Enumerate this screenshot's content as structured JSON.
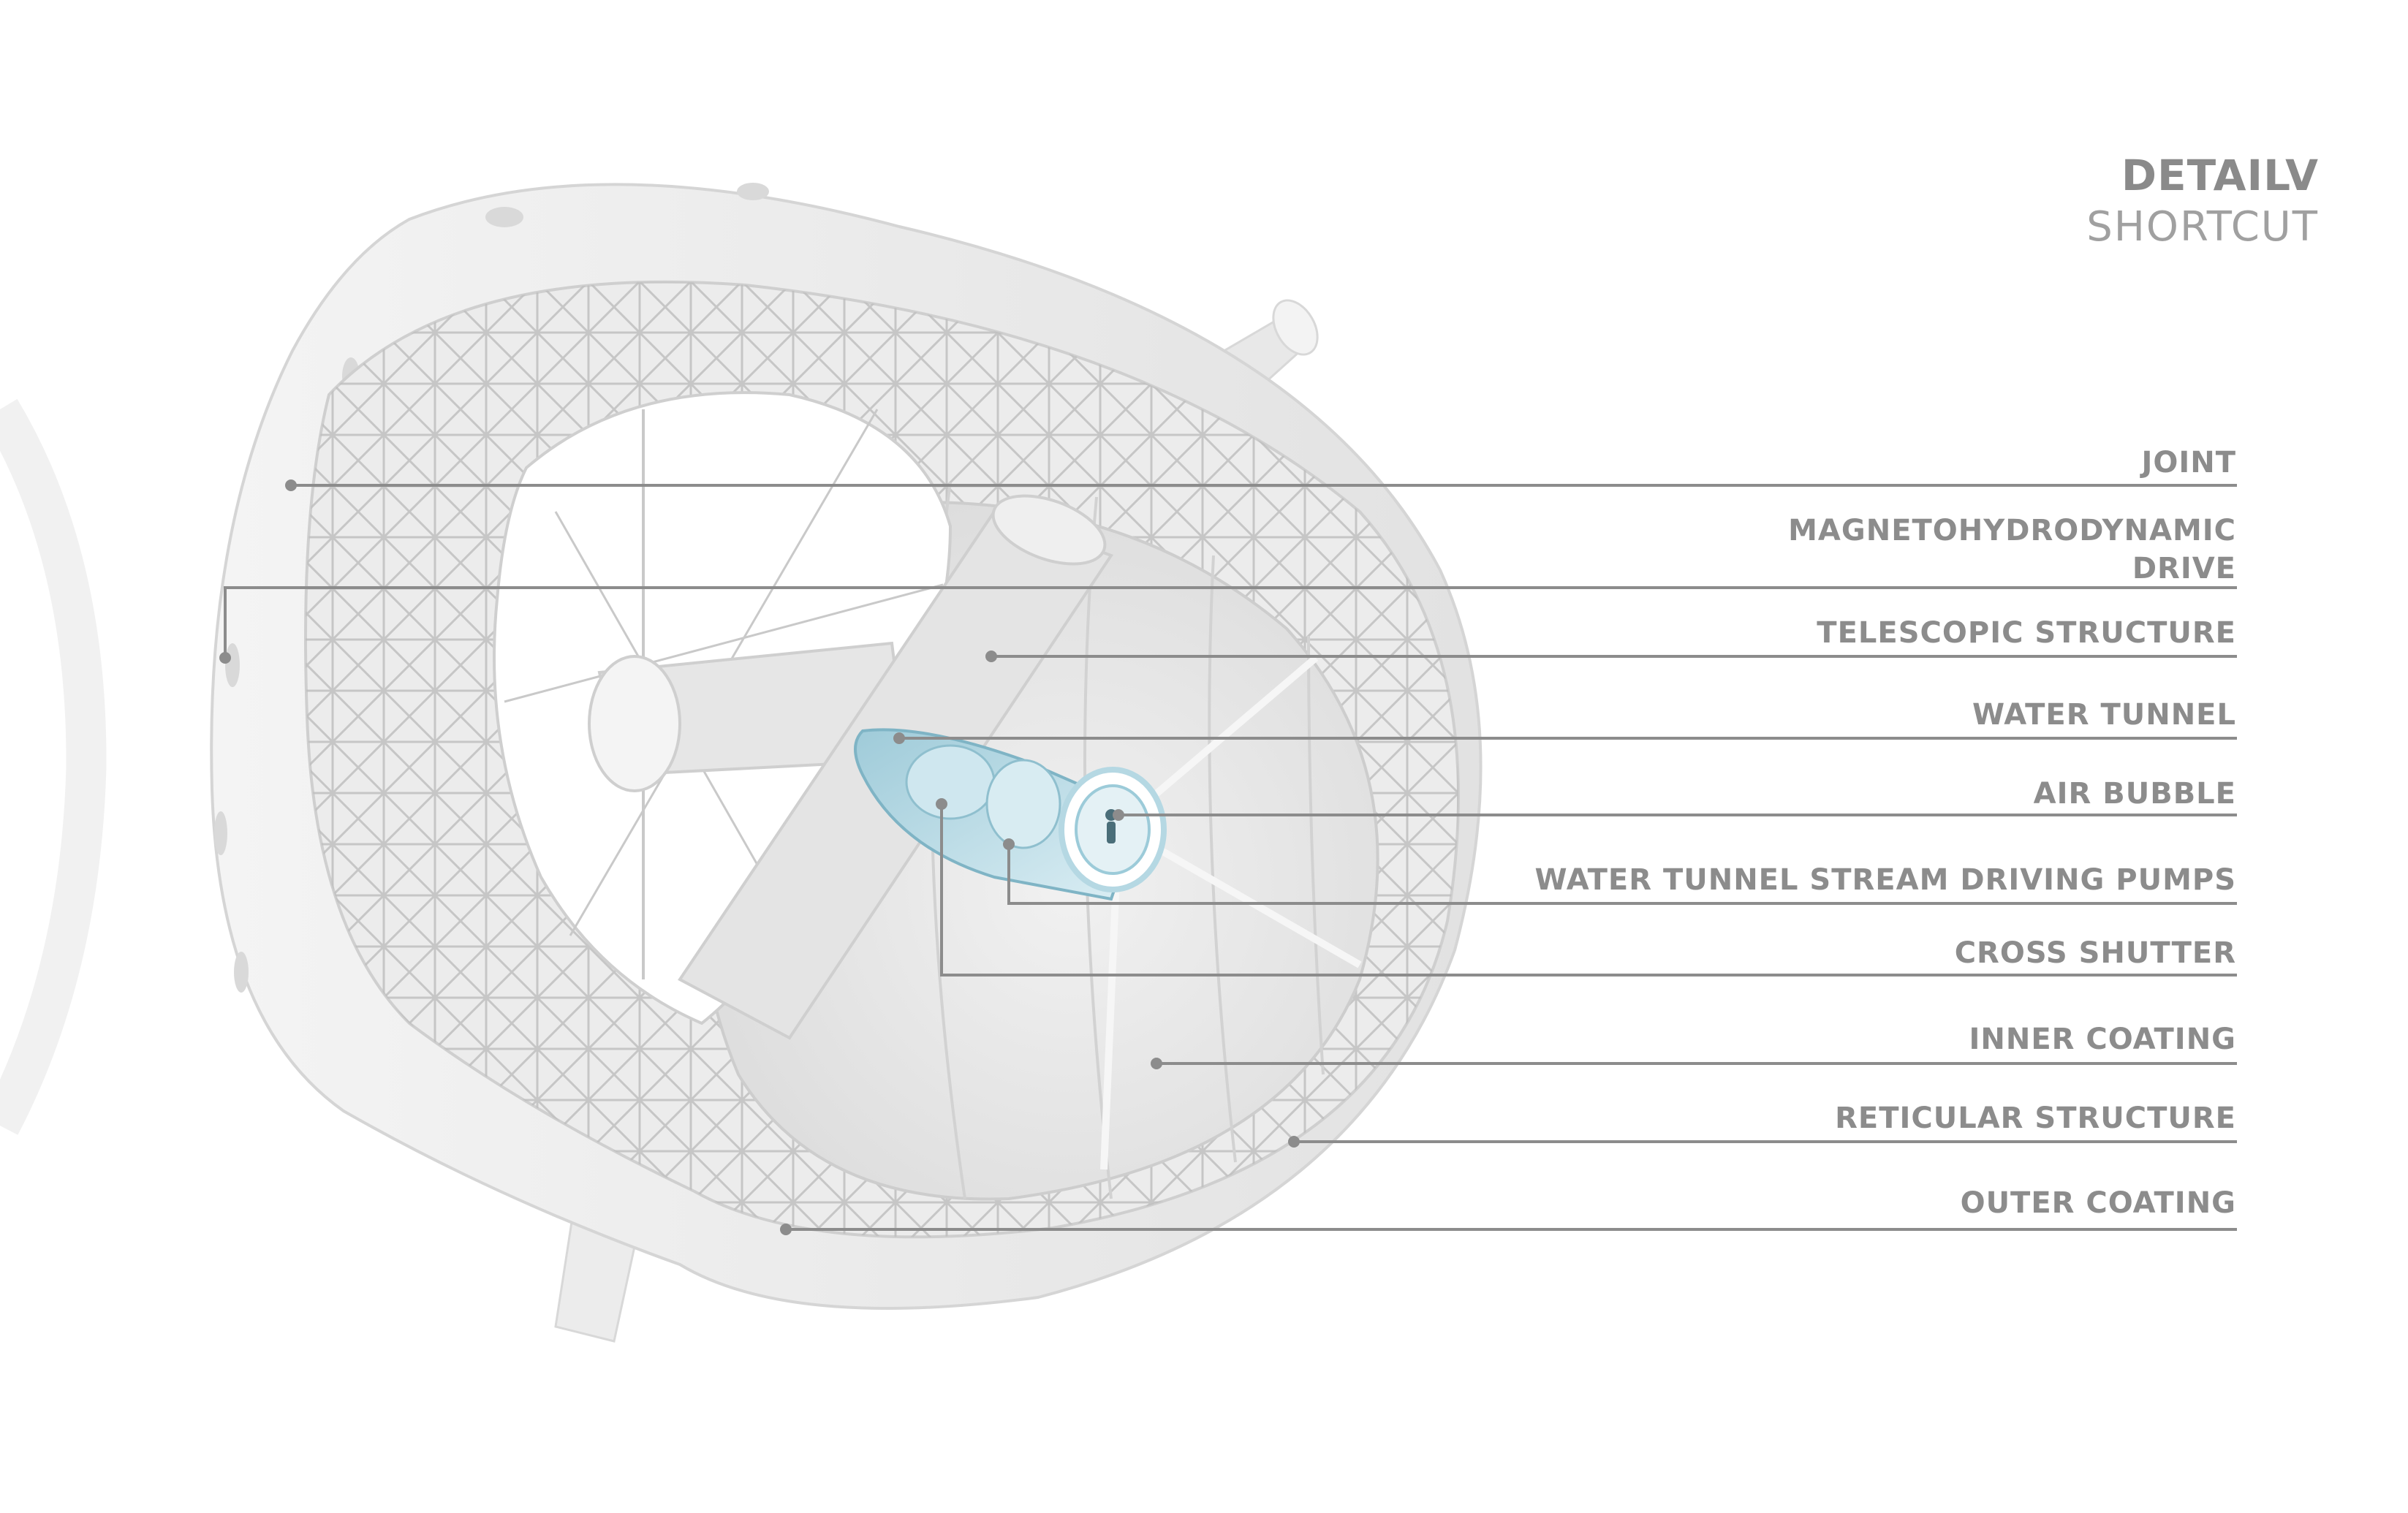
{
  "title": {
    "main": "DETAILV",
    "sub": "SHORTCUT"
  },
  "labels": [
    {
      "id": "joint",
      "text": "JOINT"
    },
    {
      "id": "mhd",
      "text": "MAGNETOHYDRODYNAMIC",
      "text2": "DRIVE"
    },
    {
      "id": "telescopic",
      "text": "TELESCOPIC STRUCTURE"
    },
    {
      "id": "water-tunnel",
      "text": "WATER TUNNEL"
    },
    {
      "id": "air-bubble",
      "text": "AIR BUBBLE"
    },
    {
      "id": "pumps",
      "text": "WATER TUNNEL STREAM DRIVING PUMPS"
    },
    {
      "id": "cross-shutter",
      "text": "CROSS SHUTTER"
    },
    {
      "id": "inner-coating",
      "text": "INNER COATING"
    },
    {
      "id": "reticular",
      "text": "RETICULAR STRUCTURE"
    },
    {
      "id": "outer-coating",
      "text": "OUTER COATING"
    }
  ],
  "colors": {
    "structure": "#e9e9e9",
    "shadow": "#d2d2d2",
    "leader": "#8c8c8c",
    "tunnel": "#b9dbe6",
    "text": "#8a8a8a"
  }
}
